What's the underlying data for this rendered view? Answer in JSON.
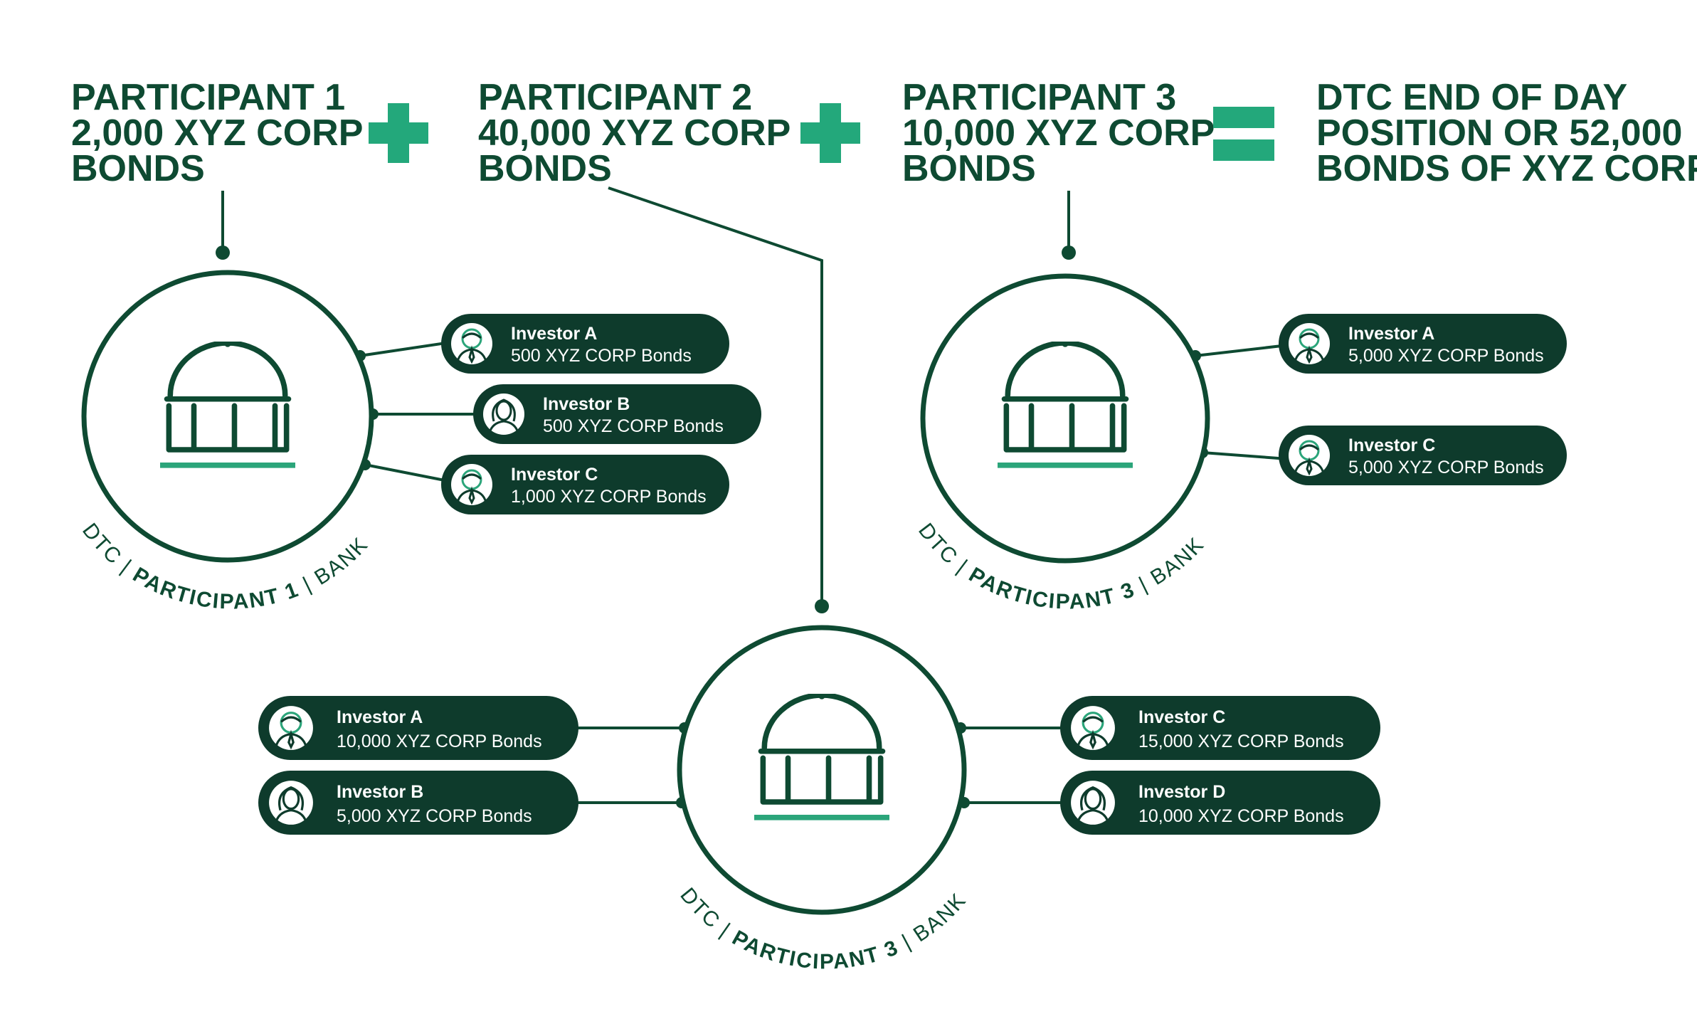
{
  "colors": {
    "dark_green": "#0e4a32",
    "pill_green": "#0e3b2c",
    "accent_green": "#23a87b",
    "background": "#ffffff"
  },
  "equation": {
    "participant1": [
      "PARTICIPANT 1",
      "2,000 XYZ CORP",
      "BONDS"
    ],
    "plus1": "plus-icon",
    "participant2": [
      "PARTICIPANT 2",
      "40,000 XYZ CORP",
      "BONDS"
    ],
    "plus2": "plus-icon",
    "participant3": [
      "PARTICIPANT 3",
      "10,000 XYZ CORP",
      "BONDS"
    ],
    "equals": "equals-icon",
    "result": [
      "DTC END OF DAY",
      "POSITION OR 52,000",
      "BONDS OF XYZ CORP"
    ]
  },
  "nodes": [
    {
      "icon": "bank-building-icon",
      "label": {
        "prefix": "DTC",
        "name": "PARTICIPANT 1",
        "suffix": "BANK",
        "separator": "|"
      },
      "investors": [
        {
          "name": "Investor A",
          "amount": "500 XYZ CORP Bonds",
          "avatar": "male-avatar-icon"
        },
        {
          "name": "Investor B",
          "amount": "500 XYZ CORP Bonds",
          "avatar": "female-avatar-icon"
        },
        {
          "name": "Investor C",
          "amount": "1,000 XYZ CORP Bonds",
          "avatar": "male-avatar-icon"
        }
      ]
    },
    {
      "icon": "bank-building-icon",
      "label": {
        "prefix": "DTC",
        "name": "PARTICIPANT 3",
        "suffix": "BANK",
        "separator": "|"
      },
      "investors": [
        {
          "name": "Investor A",
          "amount": "5,000 XYZ CORP Bonds",
          "avatar": "male-avatar-icon"
        },
        {
          "name": "Investor C",
          "amount": "5,000 XYZ CORP Bonds",
          "avatar": "male-avatar-icon"
        }
      ]
    },
    {
      "icon": "bank-building-icon",
      "label": {
        "prefix": "DTC",
        "name": "PARTICIPANT 3",
        "suffix": "BANK",
        "separator": "|"
      },
      "investors": [
        {
          "name": "Investor A",
          "amount": "10,000 XYZ CORP Bonds",
          "avatar": "male-avatar-icon"
        },
        {
          "name": "Investor B",
          "amount": "5,000 XYZ CORP Bonds",
          "avatar": "female-avatar-icon"
        },
        {
          "name": "Investor C",
          "amount": "15,000 XYZ CORP Bonds",
          "avatar": "male-avatar-icon"
        },
        {
          "name": "Investor D",
          "amount": "10,000 XYZ CORP Bonds",
          "avatar": "female-avatar-icon"
        }
      ]
    }
  ]
}
